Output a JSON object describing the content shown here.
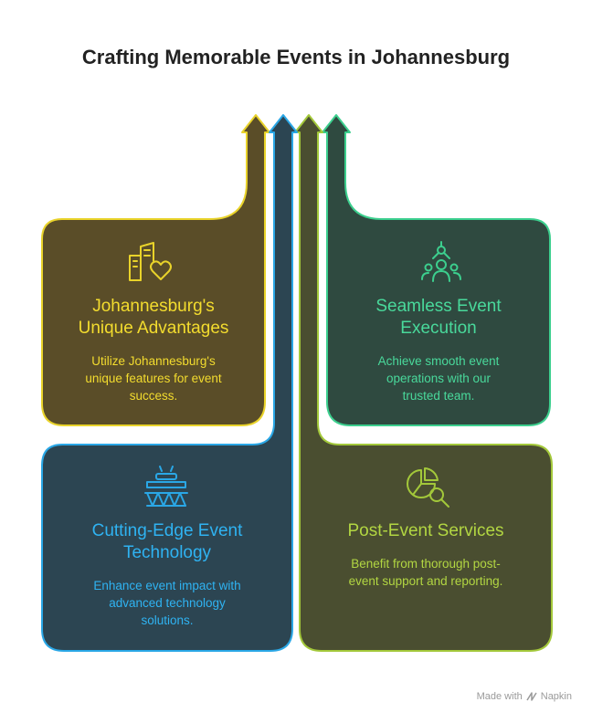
{
  "title": "Crafting Memorable Events in Johannesburg",
  "cards": [
    {
      "id": "advantages",
      "title_line1": "Johannesburg's",
      "title_line2": "Unique Advantages",
      "desc_line1": "Utilize Johannesburg's",
      "desc_line2": "unique features for event",
      "desc_line3": "success.",
      "icon": "city-heart-icon",
      "stroke": "#e9d32a",
      "fill": "#5a4d28",
      "text_color": "#f3dc2e"
    },
    {
      "id": "execution",
      "title_line1": "Seamless Event",
      "title_line2": "Execution",
      "desc_line1": "Achieve smooth event",
      "desc_line2": "operations with our",
      "desc_line3": "trusted team.",
      "icon": "team-network-icon",
      "stroke": "#3ccf8e",
      "fill": "#2f4a40",
      "text_color": "#49d99b"
    },
    {
      "id": "technology",
      "title_line1": "Cutting-Edge Event",
      "title_line2": "Technology",
      "desc_line1": "Enhance event impact with",
      "desc_line2": "advanced technology",
      "desc_line3": "solutions.",
      "icon": "stage-icon",
      "stroke": "#2aa7e6",
      "fill": "#2c4552",
      "text_color": "#2fb3f2"
    },
    {
      "id": "post_event",
      "title_line1": "Post-Event Services",
      "title_line2": "",
      "desc_line1": "Benefit from thorough post-",
      "desc_line2": "event support and reporting.",
      "desc_line3": "",
      "icon": "chart-magnifier-icon",
      "stroke": "#a3c83a",
      "fill": "#4a4e30",
      "text_color": "#b2d642"
    }
  ],
  "footer": {
    "made_with": "Made with",
    "brand": "Napkin"
  }
}
